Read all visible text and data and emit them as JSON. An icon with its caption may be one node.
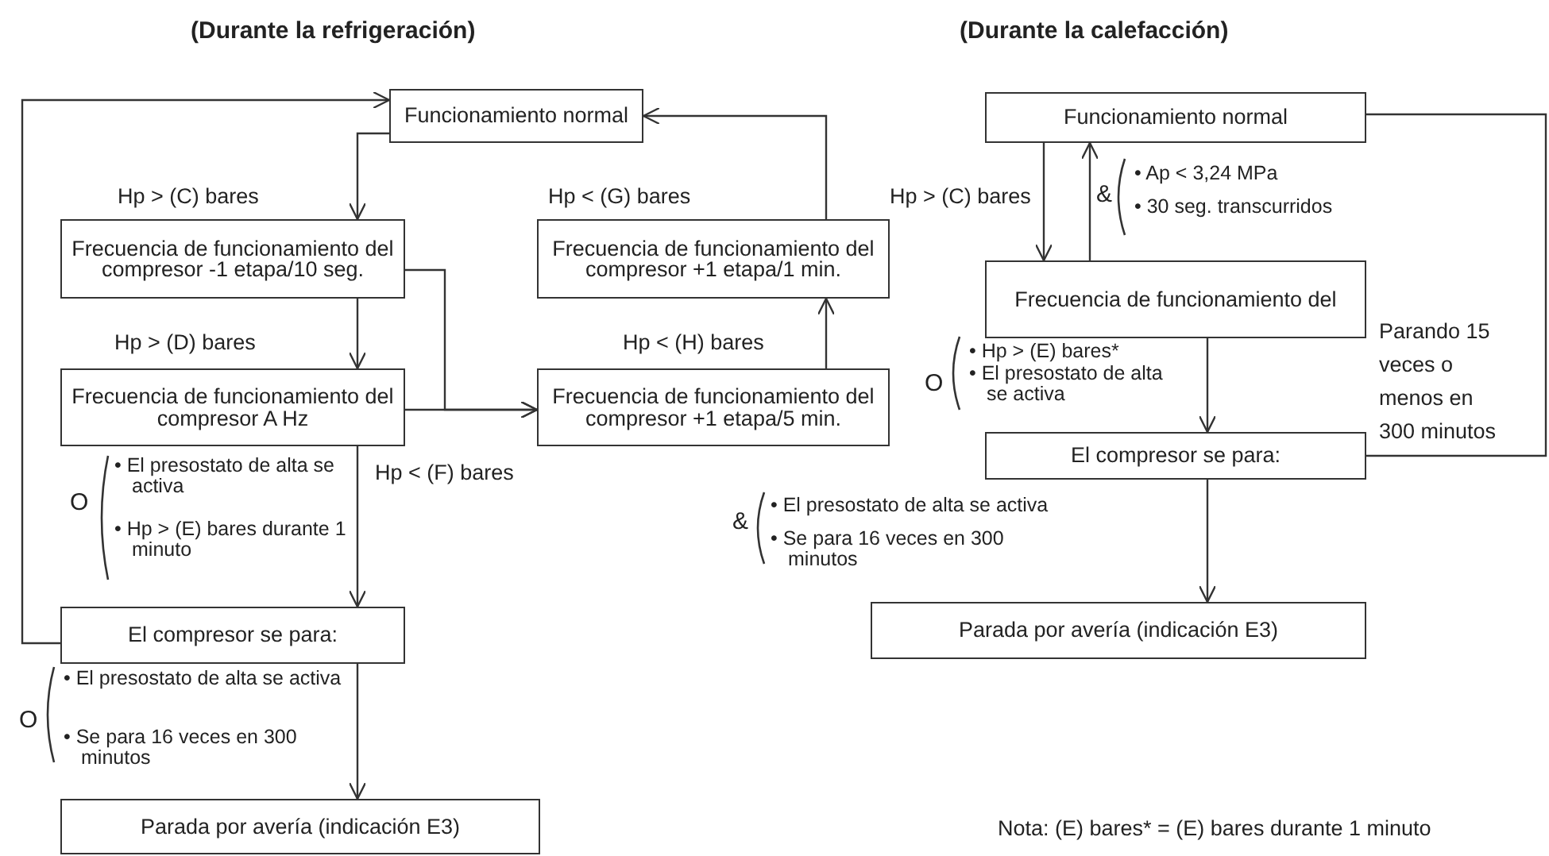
{
  "diagram": {
    "nodes": [
      {
        "text": [
          "Funcionamiento normal"
        ]
      },
      {
        "text": [
          "Frecuencia de funcionamiento del compresor -1 etapa/10 seg."
        ]
      },
      {
        "text": [
          "Frecuencia de funcionamiento del compresor A Hz"
        ]
      },
      {
        "text": [
          "Frecuencia de funcionamiento del compresor +1 etapa/1 min."
        ]
      },
      {
        "text": [
          "Frecuencia de funcionamiento del compresor +1 etapa/5 min."
        ]
      },
      {
        "text": [
          "El compresor se para:"
        ]
      },
      {
        "text": [
          "Parada por avería (indicación E3)"
        ]
      },
      {
        "text": [
          "Funcionamiento normal"
        ]
      },
      {
        "text": [
          "Frecuencia de funcionamiento del"
        ]
      },
      {
        "text": [
          "El compresor se para:"
        ]
      },
      {
        "text": [
          "Parada por avería (indicación E3)"
        ]
      }
    ],
    "edges": [
      {
        "from": 0,
        "to": 1,
        "arrow": "to",
        "label": "Hp > (C) bares"
      },
      {
        "from": 1,
        "to": 2,
        "arrow": "to",
        "label": "Hp > (D) bares"
      },
      {
        "from": 1,
        "to": 4,
        "arrow": "to"
      },
      {
        "from": 2,
        "to": 4,
        "arrow": "to"
      },
      {
        "from": 4,
        "to": 3,
        "arrow": "to",
        "label": "Hp < (H) bares"
      },
      {
        "from": 3,
        "to": 0,
        "arrow": "to",
        "label": "Hp < (G) bares"
      },
      {
        "from": 2,
        "to": 5,
        "arrow": "to",
        "label": "Hp < (F) bares"
      },
      {
        "from": 5,
        "to": 0,
        "arrow": "to"
      },
      {
        "from": 5,
        "to": 6,
        "arrow": "to"
      },
      {
        "from": 7,
        "to": 8,
        "arrow": "to",
        "label": "Hp > (C) bares"
      },
      {
        "from": 8,
        "to": 7,
        "arrow": "to"
      },
      {
        "from": 8,
        "to": 9,
        "arrow": "to"
      },
      {
        "from": 9,
        "to": 7,
        "arrow": "none",
        "label": "Parando 15 veces o menos en 300 minutos"
      },
      {
        "from": 9,
        "to": 10,
        "arrow": "to"
      }
    ],
    "labels": [
      "(Durante la refrigeración)",
      "(Durante la calefacción)",
      "&",
      "• Ap < 3,24 MPa",
      "• 30 seg. transcurridos",
      "O",
      "• Hp > (E) bares*",
      "• El presostato de alta se activa",
      "O",
      "• El presostato de alta se activa",
      "• Hp > (E) bares durante 1 minuto",
      "&",
      "• El presostato de alta se activa",
      "• Se para 16 veces en 300 minutos",
      "O",
      "• El presostato de alta se activa",
      "• Se para 16 veces en 300 minutos",
      "Nota: (E) bares* = (E) bares durante 1 minuto"
    ]
  }
}
